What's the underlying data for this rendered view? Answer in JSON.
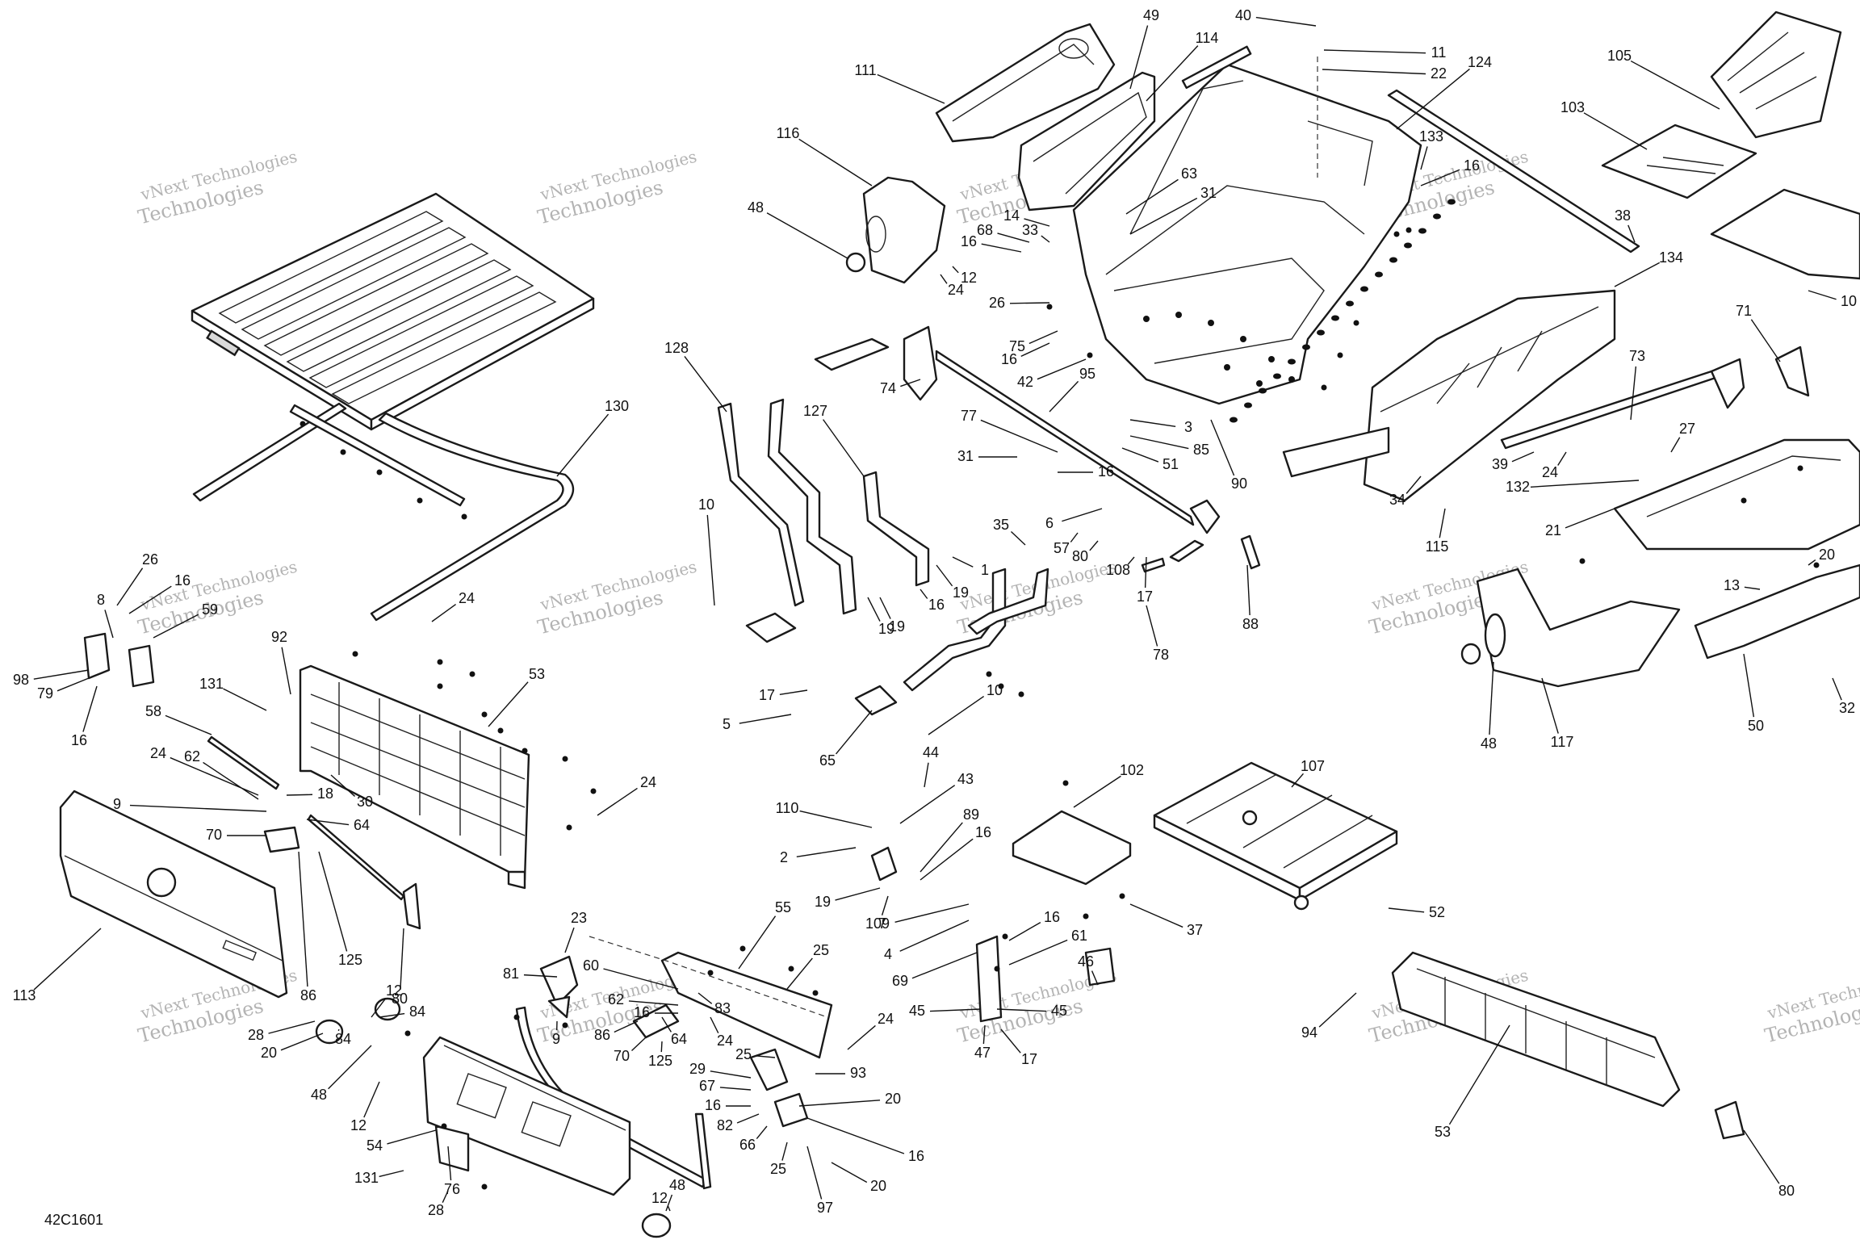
{
  "figure_id": "42C1601",
  "watermark": {
    "line1": "vNext Technologies",
    "line2": "Technologies"
  },
  "callouts": [
    {
      "id": "c0",
      "label": "40"
    },
    {
      "id": "c1",
      "label": "11"
    },
    {
      "id": "c2",
      "label": "22"
    },
    {
      "id": "c3",
      "label": "49"
    },
    {
      "id": "c4",
      "label": "114"
    },
    {
      "id": "c5",
      "label": "124"
    },
    {
      "id": "c6",
      "label": "105"
    },
    {
      "id": "c7",
      "label": "103"
    },
    {
      "id": "c8",
      "label": "111"
    },
    {
      "id": "c9",
      "label": "116"
    },
    {
      "id": "c10",
      "label": "133"
    },
    {
      "id": "c11",
      "label": "16"
    },
    {
      "id": "c12",
      "label": "63"
    },
    {
      "id": "c13",
      "label": "31"
    },
    {
      "id": "c14",
      "label": "38"
    },
    {
      "id": "c15",
      "label": "48"
    },
    {
      "id": "c16",
      "label": "14"
    },
    {
      "id": "c17",
      "label": "33"
    },
    {
      "id": "c18",
      "label": "68"
    },
    {
      "id": "c19",
      "label": "16"
    },
    {
      "id": "c20",
      "label": "12"
    },
    {
      "id": "c21",
      "label": "24"
    },
    {
      "id": "c22",
      "label": "134"
    },
    {
      "id": "c23",
      "label": "10"
    },
    {
      "id": "c24",
      "label": "26"
    },
    {
      "id": "c25",
      "label": "75"
    },
    {
      "id": "c26",
      "label": "16"
    },
    {
      "id": "c27",
      "label": "71"
    },
    {
      "id": "c28",
      "label": "73"
    },
    {
      "id": "c29",
      "label": "128"
    },
    {
      "id": "c30",
      "label": "130"
    },
    {
      "id": "c31",
      "label": "74"
    },
    {
      "id": "c32",
      "label": "42"
    },
    {
      "id": "c33",
      "label": "95"
    },
    {
      "id": "c34",
      "label": "127"
    },
    {
      "id": "c35",
      "label": "77"
    },
    {
      "id": "c36",
      "label": "3"
    },
    {
      "id": "c37",
      "label": "31"
    },
    {
      "id": "c38",
      "label": "85"
    },
    {
      "id": "c39",
      "label": "51"
    },
    {
      "id": "c40",
      "label": "16"
    },
    {
      "id": "c41",
      "label": "27"
    },
    {
      "id": "c42",
      "label": "39"
    },
    {
      "id": "c43",
      "label": "90"
    },
    {
      "id": "c44",
      "label": "132"
    },
    {
      "id": "c45",
      "label": "34"
    },
    {
      "id": "c46",
      "label": "24"
    },
    {
      "id": "c47",
      "label": "21"
    },
    {
      "id": "c48",
      "label": "10"
    },
    {
      "id": "c49",
      "label": "6"
    },
    {
      "id": "c50",
      "label": "35"
    },
    {
      "id": "c51",
      "label": "115"
    },
    {
      "id": "c52",
      "label": "57"
    },
    {
      "id": "c53",
      "label": "80"
    },
    {
      "id": "c54",
      "label": "108"
    },
    {
      "id": "c55",
      "label": "1"
    },
    {
      "id": "c56",
      "label": "19"
    },
    {
      "id": "c57",
      "label": "20"
    },
    {
      "id": "c58",
      "label": "17"
    },
    {
      "id": "c59",
      "label": "13"
    },
    {
      "id": "c60",
      "label": "26"
    },
    {
      "id": "c61",
      "label": "16"
    },
    {
      "id": "c62",
      "label": "19"
    },
    {
      "id": "c63",
      "label": "16"
    },
    {
      "id": "c64",
      "label": "88"
    },
    {
      "id": "c65",
      "label": "8"
    },
    {
      "id": "c66",
      "label": "59"
    },
    {
      "id": "c67",
      "label": "24"
    },
    {
      "id": "c68",
      "label": "92"
    },
    {
      "id": "c69",
      "label": "19"
    },
    {
      "id": "c70",
      "label": "78"
    },
    {
      "id": "c71",
      "label": "98"
    },
    {
      "id": "c72",
      "label": "53"
    },
    {
      "id": "c73",
      "label": "79"
    },
    {
      "id": "c74",
      "label": "16"
    },
    {
      "id": "c75",
      "label": "131"
    },
    {
      "id": "c76",
      "label": "48"
    },
    {
      "id": "c77",
      "label": "117"
    },
    {
      "id": "c78",
      "label": "50"
    },
    {
      "id": "c79",
      "label": "32"
    },
    {
      "id": "c80",
      "label": "17"
    },
    {
      "id": "c81",
      "label": "5"
    },
    {
      "id": "c82",
      "label": "10"
    },
    {
      "id": "c83",
      "label": "58"
    },
    {
      "id": "c84",
      "label": "65"
    },
    {
      "id": "c85",
      "label": "24"
    },
    {
      "id": "c86",
      "label": "62"
    },
    {
      "id": "c87",
      "label": "44"
    },
    {
      "id": "c88",
      "label": "18"
    },
    {
      "id": "c89",
      "label": "30"
    },
    {
      "id": "c90",
      "label": "102"
    },
    {
      "id": "c91",
      "label": "107"
    },
    {
      "id": "c92",
      "label": "24"
    },
    {
      "id": "c93",
      "label": "9"
    },
    {
      "id": "c94",
      "label": "43"
    },
    {
      "id": "c95",
      "label": "64"
    },
    {
      "id": "c96",
      "label": "110"
    },
    {
      "id": "c97",
      "label": "70"
    },
    {
      "id": "c98",
      "label": "89"
    },
    {
      "id": "c99",
      "label": "2"
    },
    {
      "id": "c100",
      "label": "16"
    },
    {
      "id": "c101",
      "label": "19"
    },
    {
      "id": "c102",
      "label": "109"
    },
    {
      "id": "c103",
      "label": "52"
    },
    {
      "id": "c104",
      "label": "113"
    },
    {
      "id": "c105",
      "label": "86"
    },
    {
      "id": "c106",
      "label": "125"
    },
    {
      "id": "c107",
      "label": "80"
    },
    {
      "id": "c108",
      "label": "7"
    },
    {
      "id": "c109",
      "label": "37"
    },
    {
      "id": "c110",
      "label": "55"
    },
    {
      "id": "c111",
      "label": "16"
    },
    {
      "id": "c112",
      "label": "4"
    },
    {
      "id": "c113",
      "label": "61"
    },
    {
      "id": "c114",
      "label": "23"
    },
    {
      "id": "c115",
      "label": "69"
    },
    {
      "id": "c116",
      "label": "25"
    },
    {
      "id": "c117",
      "label": "46"
    },
    {
      "id": "c118",
      "label": "81"
    },
    {
      "id": "c119",
      "label": "60"
    },
    {
      "id": "c120",
      "label": "12"
    },
    {
      "id": "c121",
      "label": "84"
    },
    {
      "id": "c122",
      "label": "62"
    },
    {
      "id": "c123",
      "label": "16"
    },
    {
      "id": "c124",
      "label": "83"
    },
    {
      "id": "c125",
      "label": "64"
    },
    {
      "id": "c126",
      "label": "45"
    },
    {
      "id": "c127",
      "label": "45"
    },
    {
      "id": "c128",
      "label": "24"
    },
    {
      "id": "c129",
      "label": "47"
    },
    {
      "id": "c130",
      "label": "17"
    },
    {
      "id": "c131",
      "label": "94"
    },
    {
      "id": "c132",
      "label": "28"
    },
    {
      "id": "c133",
      "label": "9"
    },
    {
      "id": "c134",
      "label": "24"
    },
    {
      "id": "c135",
      "label": "20"
    },
    {
      "id": "c136",
      "label": "84"
    },
    {
      "id": "c137",
      "label": "86"
    },
    {
      "id": "c138",
      "label": "70"
    },
    {
      "id": "c139",
      "label": "125"
    },
    {
      "id": "c140",
      "label": "25"
    },
    {
      "id": "c141",
      "label": "29"
    },
    {
      "id": "c142",
      "label": "93"
    },
    {
      "id": "c143",
      "label": "67"
    },
    {
      "id": "c144",
      "label": "48"
    },
    {
      "id": "c145",
      "label": "20"
    },
    {
      "id": "c146",
      "label": "16"
    },
    {
      "id": "c147",
      "label": "12"
    },
    {
      "id": "c148",
      "label": "82"
    },
    {
      "id": "c149",
      "label": "54"
    },
    {
      "id": "c150",
      "label": "66"
    },
    {
      "id": "c151",
      "label": "16"
    },
    {
      "id": "c152",
      "label": "53"
    },
    {
      "id": "c153",
      "label": "25"
    },
    {
      "id": "c154",
      "label": "20"
    },
    {
      "id": "c155",
      "label": "131"
    },
    {
      "id": "c156",
      "label": "76"
    },
    {
      "id": "c157",
      "label": "97"
    },
    {
      "id": "c158",
      "label": "12"
    },
    {
      "id": "c159",
      "label": "48"
    },
    {
      "id": "c160",
      "label": "80"
    },
    {
      "id": "c161",
      "label": "28"
    }
  ]
}
